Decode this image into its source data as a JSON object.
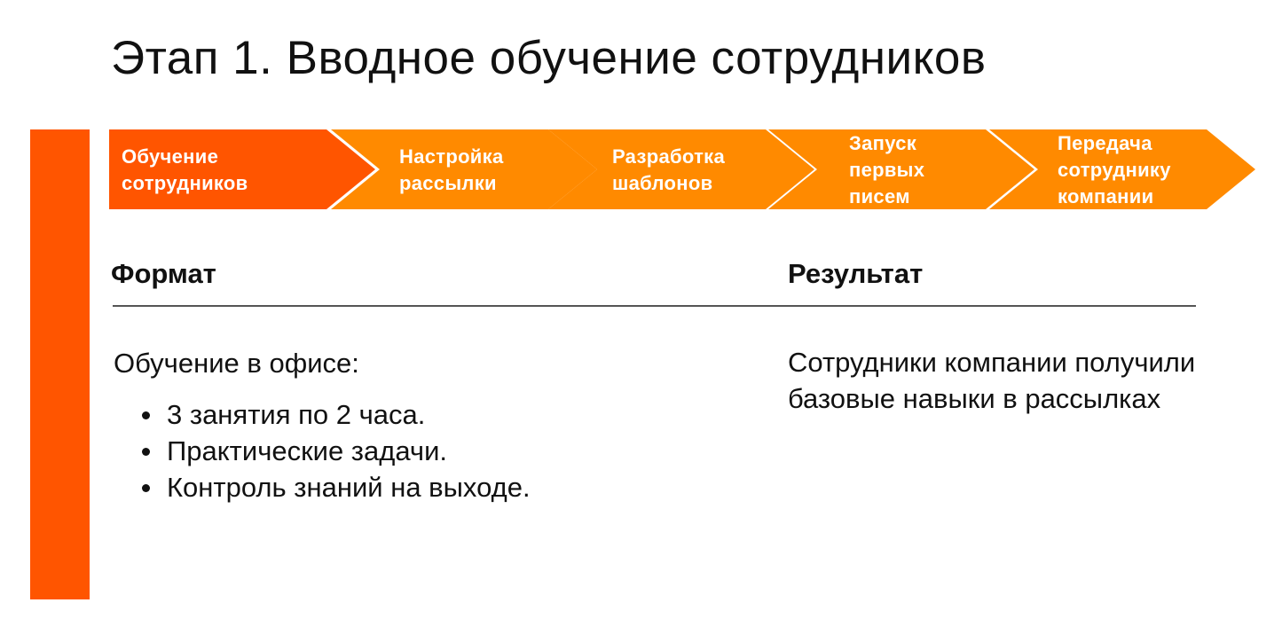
{
  "title": "Этап 1. Вводное обучение сотрудников",
  "colors": {
    "accent_bar": "#FF5500",
    "step_active": "#FF5500",
    "step_default": "#FF8A00",
    "step_text": "#FFFFFF",
    "divider": "#555555"
  },
  "steps": [
    {
      "lines": [
        "Обучение",
        "сотрудников"
      ],
      "active": true
    },
    {
      "lines": [
        "Настройка",
        "рассылки"
      ],
      "active": false
    },
    {
      "lines": [
        "Разработка",
        "шаблонов"
      ],
      "active": false
    },
    {
      "lines": [
        "Запуск",
        "первых",
        "писем"
      ],
      "active": false
    },
    {
      "lines": [
        "Передача",
        "сотруднику",
        "компании"
      ],
      "active": false
    }
  ],
  "format": {
    "heading": "Формат",
    "intro": "Обучение в офисе:",
    "items": [
      "3 занятия по 2 часа.",
      "Практические задачи.",
      "Контроль знаний на выходе."
    ]
  },
  "result": {
    "heading": "Результат",
    "text": "Сотрудники компании получили базовые навыки в рассылках"
  }
}
